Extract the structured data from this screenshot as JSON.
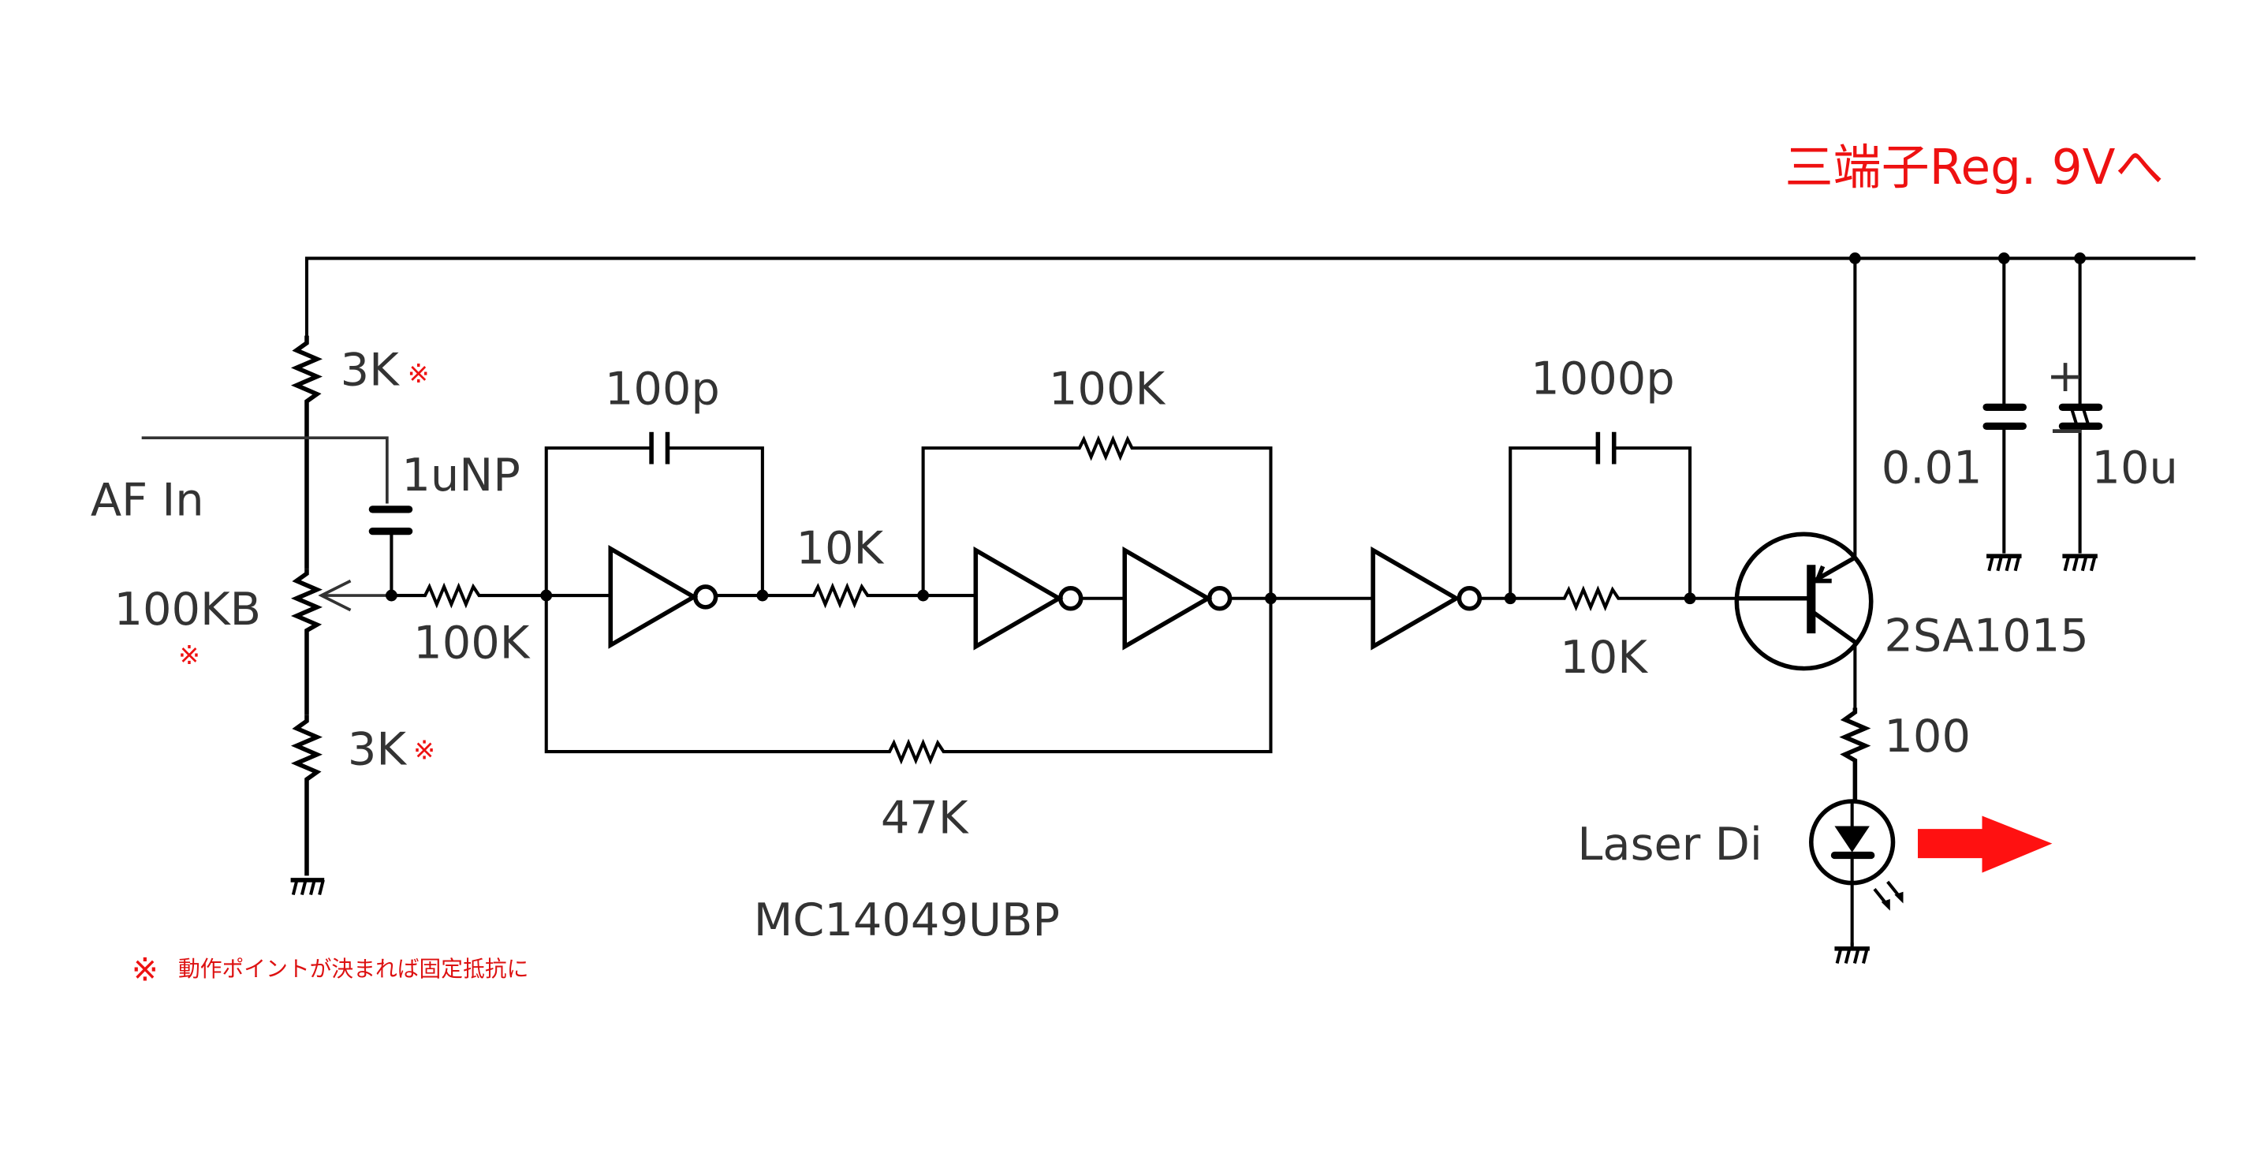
{
  "title": "三端子Reg. 9Vへ",
  "colors": {
    "wire": "#000000",
    "label": "#333333",
    "accent": "#ee1111",
    "arrow": "#ff1111"
  },
  "labels": {
    "af_in": "AF In",
    "r_top": "3K",
    "r_bottom": "3K",
    "pot": "100KB",
    "cap_input": "1uNP",
    "r_input": "100K",
    "cap_fb1": "100p",
    "r_mid": "10K",
    "r_fb2": "100K",
    "r_fb_long": "47K",
    "cap_fb3": "1000p",
    "r_base": "10K",
    "transistor": "2SA1015",
    "r_emitter": "100",
    "laser": "Laser Di",
    "cap_bypass": "0.01",
    "cap_elec": "10u",
    "cap_elec_plus": "+",
    "cap_elec_minus": "−",
    "ic": "MC14049UBP",
    "mark": "※"
  },
  "note": {
    "mark": "※",
    "text": "動作ポイントが決まれば固定抵抗に"
  }
}
